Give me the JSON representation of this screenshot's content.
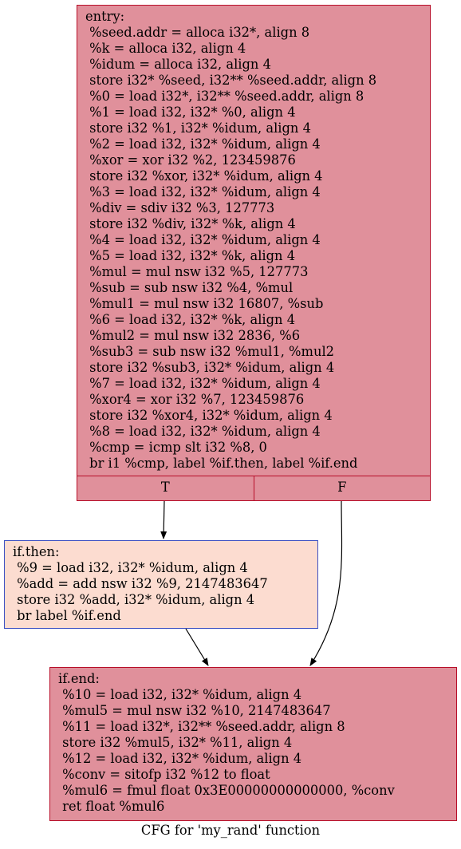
{
  "nodes": {
    "entry": {
      "lines": [
        "entry:",
        " %seed.addr = alloca i32*, align 8",
        " %k = alloca i32, align 4",
        " %idum = alloca i32, align 4",
        " store i32* %seed, i32** %seed.addr, align 8",
        " %0 = load i32*, i32** %seed.addr, align 8",
        " %1 = load i32, i32* %0, align 4",
        " store i32 %1, i32* %idum, align 4",
        " %2 = load i32, i32* %idum, align 4",
        " %xor = xor i32 %2, 123459876",
        " store i32 %xor, i32* %idum, align 4",
        " %3 = load i32, i32* %idum, align 4",
        " %div = sdiv i32 %3, 127773",
        " store i32 %div, i32* %k, align 4",
        " %4 = load i32, i32* %idum, align 4",
        " %5 = load i32, i32* %k, align 4",
        " %mul = mul nsw i32 %5, 127773",
        " %sub = sub nsw i32 %4, %mul",
        " %mul1 = mul nsw i32 16807, %sub",
        " %6 = load i32, i32* %k, align 4",
        " %mul2 = mul nsw i32 2836, %6",
        " %sub3 = sub nsw i32 %mul1, %mul2",
        " store i32 %sub3, i32* %idum, align 4",
        " %7 = load i32, i32* %idum, align 4",
        " %xor4 = xor i32 %7, 123459876",
        " store i32 %xor4, i32* %idum, align 4",
        " %8 = load i32, i32* %idum, align 4",
        " %cmp = icmp slt i32 %8, 0",
        " br i1 %cmp, label %if.then, label %if.end"
      ],
      "ports": [
        "T",
        "F"
      ]
    },
    "if_then": {
      "lines": [
        "if.then:",
        " %9 = load i32, i32* %idum, align 4",
        " %add = add nsw i32 %9, 2147483647",
        " store i32 %add, i32* %idum, align 4",
        " br label %if.end"
      ]
    },
    "if_end": {
      "lines": [
        "if.end:",
        " %10 = load i32, i32* %idum, align 4",
        " %mul5 = mul nsw i32 %10, 2147483647",
        " %11 = load i32*, i32** %seed.addr, align 8",
        " store i32 %mul5, i32* %11, align 4",
        " %12 = load i32, i32* %idum, align 4",
        " %conv = sitofp i32 %12 to float",
        " %mul6 = fmul float 0x3E00000000000000, %conv",
        " ret float %mul6"
      ]
    }
  },
  "caption": "CFG for 'my_rand' function",
  "colors": {
    "hot_fill": "#e0909b",
    "hot_border": "#b70d28",
    "cold_fill": "#fcdcd0",
    "cold_border": "#3d50c3"
  }
}
